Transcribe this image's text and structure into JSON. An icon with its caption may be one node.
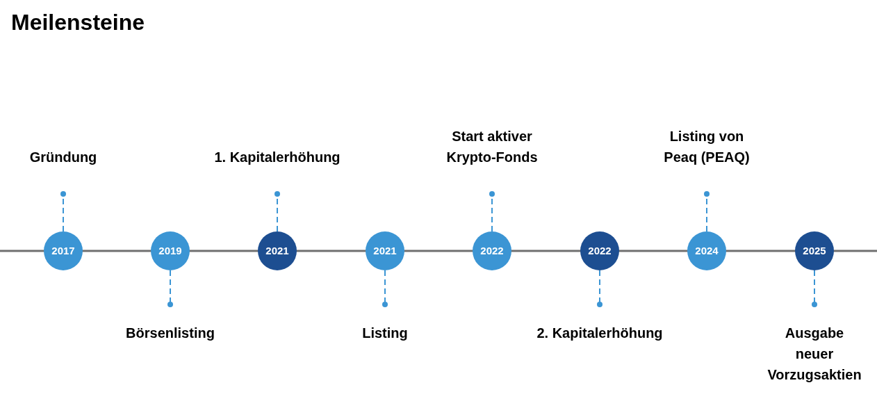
{
  "diagram": {
    "title": "Meilensteine",
    "nodes": [
      {
        "text": [
          "2017"
        ]
      },
      {
        "text": [
          "Gründung"
        ]
      },
      {
        "text": [
          "2019"
        ]
      },
      {
        "text": [
          "Börsenlisting"
        ]
      },
      {
        "text": [
          "2021"
        ]
      },
      {
        "text": [
          "1. Kapitalerhöhung"
        ]
      },
      {
        "text": [
          "2021"
        ]
      },
      {
        "text": [
          "Listing"
        ]
      },
      {
        "text": [
          "2022"
        ]
      },
      {
        "text": [
          "Start aktiver Krypto-Fonds"
        ]
      },
      {
        "text": [
          "2022"
        ]
      },
      {
        "text": [
          "2. Kapitalerhöhung"
        ]
      },
      {
        "text": [
          "2024"
        ]
      },
      {
        "text": [
          "Listing von Peaq (PEAQ)"
        ]
      },
      {
        "text": [
          "2025"
        ]
      },
      {
        "text": [
          "Ausgabe neuer Vorzugsaktien"
        ]
      }
    ],
    "edges": [
      {
        "from": 0,
        "to": 1,
        "arrow": "other",
        "style": "dashed"
      },
      {
        "from": 2,
        "to": 3,
        "arrow": "other",
        "style": "dashed"
      },
      {
        "from": 4,
        "to": 5,
        "arrow": "other",
        "style": "dashed"
      },
      {
        "from": 6,
        "to": 7,
        "arrow": "other",
        "style": "dashed"
      },
      {
        "from": 8,
        "to": 9,
        "arrow": "other",
        "style": "dashed"
      },
      {
        "from": 10,
        "to": 11,
        "arrow": "other",
        "style": "dashed"
      },
      {
        "from": 12,
        "to": 13,
        "arrow": "other",
        "style": "dashed"
      },
      {
        "from": 14,
        "to": 15,
        "arrow": "other",
        "style": "dashed"
      }
    ]
  }
}
